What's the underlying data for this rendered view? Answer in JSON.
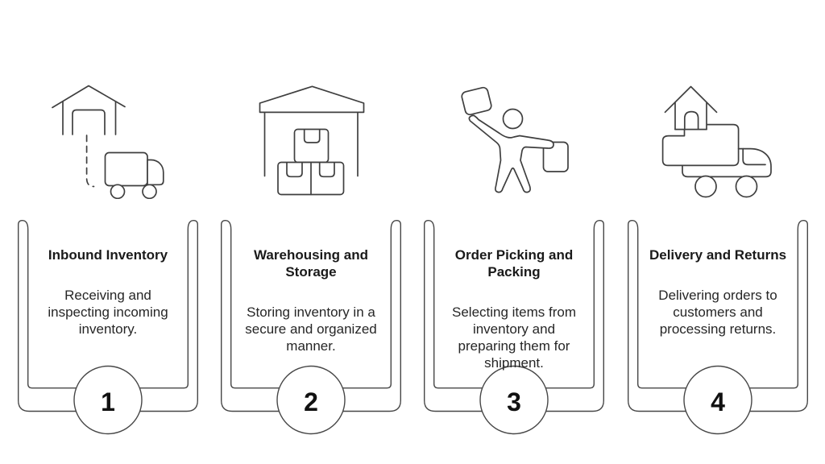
{
  "page": {
    "background_color": "#ffffff",
    "line_color": "#3f3f3f",
    "text_color": "#1a1a1a"
  },
  "steps": [
    {
      "number": "1",
      "icon": "warehouse-gate-truck-receiving",
      "title": "Inbound Inventory",
      "description": "Receiving and\ninspecting incoming\ninventory."
    },
    {
      "number": "2",
      "icon": "warehouse-stacked-boxes",
      "title": "Warehousing and\nStorage",
      "description": "Storing inventory in a\nsecure and organized\nmanner."
    },
    {
      "number": "3",
      "icon": "worker-picking-boxes",
      "title": "Order Picking and\nPacking",
      "description": "Selecting items from\ninventory and\npreparing them for\nshipment."
    },
    {
      "number": "4",
      "icon": "delivery-truck-with-house",
      "title": "Delivery and Returns",
      "description": "Delivering orders to\ncustomers and\nprocessing returns."
    }
  ]
}
